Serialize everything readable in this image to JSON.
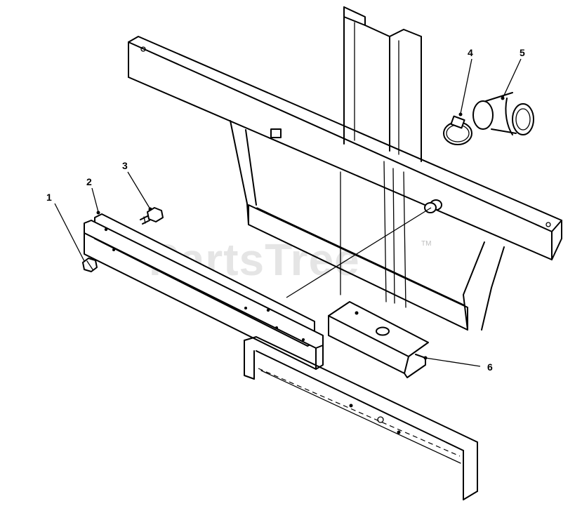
{
  "diagram": {
    "callouts": [
      {
        "id": "1",
        "label": "1"
      },
      {
        "id": "2",
        "label": "2"
      },
      {
        "id": "3",
        "label": "3"
      },
      {
        "id": "4",
        "label": "4"
      },
      {
        "id": "5",
        "label": "5"
      },
      {
        "id": "6",
        "label": "6"
      }
    ],
    "watermark": {
      "text": "PartsTree",
      "tm": "TM"
    }
  }
}
